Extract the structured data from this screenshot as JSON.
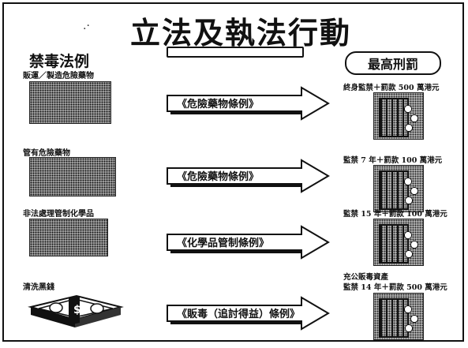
{
  "title": "立法及執法行動",
  "left_heading": "禁毒法例",
  "right_heading": "最高刑罰",
  "categories": [
    "販運／製造危險藥物",
    "管有危險藥物",
    "非法處理管制化學品",
    "清洗黑錢"
  ],
  "ordinances": [
    "《危險藥物條例》",
    "《危險藥物條例》",
    "《化學品管制條例》",
    "《販毒（追討得益）條例》"
  ],
  "penalties": [
    [
      "終身監禁＋罰款 500 萬港元"
    ],
    [
      "監禁 7 年＋罰款 100 萬港元"
    ],
    [
      "監禁 15 年＋罰款 100 萬港元"
    ],
    [
      "充公販毒資產",
      "監禁 14 年＋罰款 500 萬港元"
    ]
  ],
  "icons": {
    "currency": "$"
  }
}
